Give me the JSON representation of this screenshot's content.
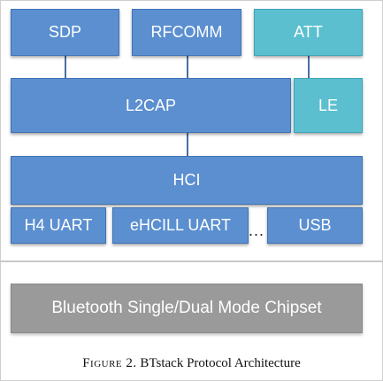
{
  "layers": {
    "top": [
      {
        "label": "SDP"
      },
      {
        "label": "RFCOMM"
      },
      {
        "label": "ATT"
      }
    ],
    "l2cap": {
      "label": "L2CAP",
      "le": "LE"
    },
    "hci": {
      "label": "HCI"
    },
    "transports": [
      {
        "label": "H4 UART"
      },
      {
        "label": "eHCILL UART"
      },
      {
        "label": "USB"
      }
    ],
    "ellipsis": "...",
    "chipset": {
      "label": "Bluetooth Single/Dual Mode Chipset"
    }
  },
  "caption": {
    "figure": "Figure 2.",
    "text": "BTstack Protocol Architecture"
  },
  "colors": {
    "blue": "#5b8fd0",
    "teal": "#5bbfcf",
    "gray": "#9a9a9a"
  }
}
